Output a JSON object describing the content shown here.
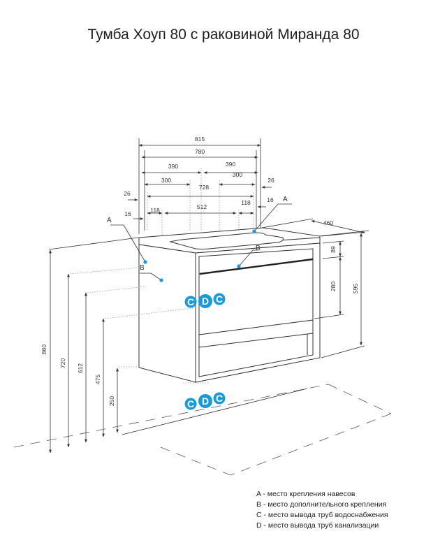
{
  "title": "Тумба Хоуп 80 с раковиной Миранда 80",
  "dimensions": {
    "top_815": "815",
    "top_780": "780",
    "left_390": "390",
    "right_390": "390",
    "left_300": "300",
    "right_300": "300",
    "center_728": "728",
    "left_26": "26",
    "right_26": "26",
    "left_118": "118",
    "center_512": "512",
    "right_118": "118",
    "left_16": "16",
    "right_16": "16",
    "depth_460": "460",
    "h_860": "860",
    "h_720": "720",
    "h_612": "612",
    "h_475": "475",
    "h_250": "250",
    "h_595": "595",
    "h_89": "89",
    "h_280": "280"
  },
  "markers": {
    "a_left": "A",
    "b_left": "B",
    "a_right": "A",
    "b_right": "B",
    "c": "C",
    "d": "D"
  },
  "legend": [
    "A - место крепления навесов",
    "B - место дополнительного крепления",
    "C - место вывода труб водоснабжения",
    "D - место вывода труб канализации"
  ],
  "colors": {
    "accent": "#1a9bd7",
    "line": "#333333",
    "dotted": "#888888"
  }
}
